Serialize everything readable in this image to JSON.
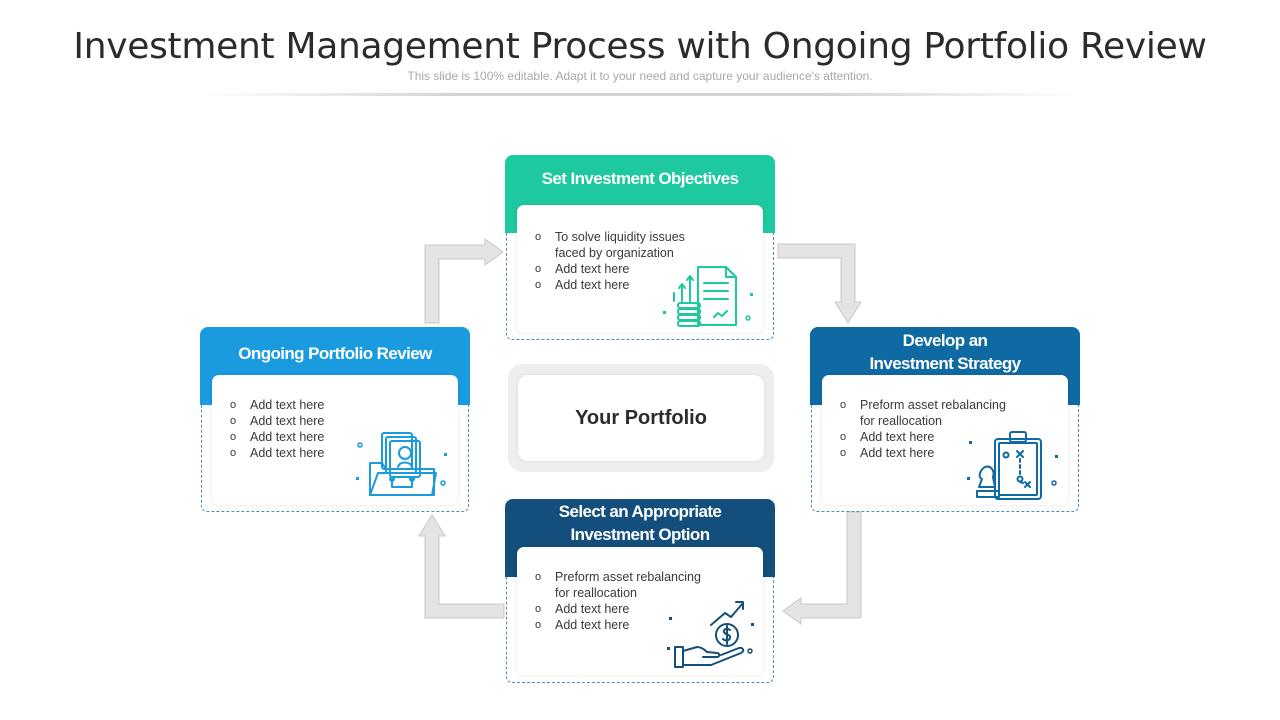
{
  "header": {
    "title": "Investment Management Process with Ongoing Portfolio Review",
    "subtitle": "This slide is 100% editable. Adapt it to your need and capture your audience's attention."
  },
  "center": {
    "label": "Your Portfolio"
  },
  "colors": {
    "teal": "#1ec9a0",
    "light_blue": "#1a9be0",
    "dark_blue": "#0f6aa3",
    "navy": "#134e7d",
    "arrow": "#e2e2e2"
  },
  "boxes": {
    "top": {
      "title": "Set Investment Objectives",
      "bullets": [
        "To solve liquidity issues",
        "faced by organization",
        "Add text here",
        "Add text here"
      ],
      "icon": "document-coins-growth-icon"
    },
    "right": {
      "title_line1": "Develop an",
      "title_line2": "Investment Strategy",
      "bullets": [
        "Preform asset rebalancing",
        "for reallocation",
        "Add text here",
        "Add text here"
      ],
      "icon": "strategy-clipboard-chess-icon"
    },
    "bottom": {
      "title_line1": "Select an Appropriate",
      "title_line2": "Investment Option",
      "bullets": [
        "Preform asset rebalancing",
        "for reallocation",
        "Add text here",
        "Add text here"
      ],
      "icon": "hand-dollar-growth-icon"
    },
    "left": {
      "title": "Ongoing Portfolio Review",
      "bullets": [
        "Add text here",
        "Add text here",
        "Add text here",
        "Add text here"
      ],
      "icon": "portfolio-folder-icon"
    }
  }
}
